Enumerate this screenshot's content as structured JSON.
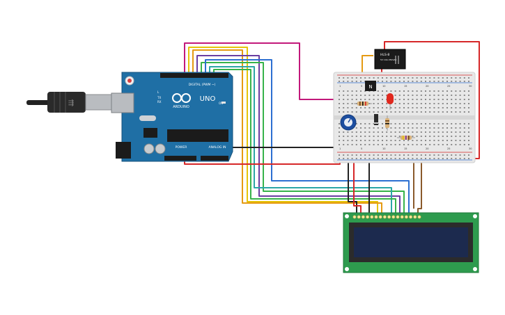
{
  "arduino": {
    "brand_text": "ARDUINO",
    "model_text": "UNO",
    "digital_label": "DIGITAL (PWM ~)",
    "analog_label": "ANALOG IN",
    "power_label": "POWER",
    "tx_label": "TX",
    "rx_label": "RX",
    "l_label": "L",
    "on_label": "ON"
  },
  "relay": {
    "model_text": "HLS-8"
  },
  "transistor": {
    "mark": "N"
  },
  "breadboard": {
    "column_numbers": [
      "1",
      "5",
      "10",
      "15",
      "20",
      "25",
      "30"
    ]
  },
  "colors": {
    "arduino_board": "#1f6fa5",
    "breadboard": "#e8e8e8",
    "lcd_pcb": "#2e9b4e",
    "lcd_screen": "#1c2a4e",
    "wire_magenta": "#c2187a",
    "wire_yellow": "#e6c40a",
    "wire_orange": "#e59a12",
    "wire_purple": "#6a3ea1",
    "wire_green": "#37b34a",
    "wire_blue": "#2c6fd1",
    "wire_teal": "#2aa6a6",
    "wire_red": "#d62728",
    "wire_black": "#222222",
    "wire_brown": "#8a5a2b",
    "led": "#e0281e"
  }
}
